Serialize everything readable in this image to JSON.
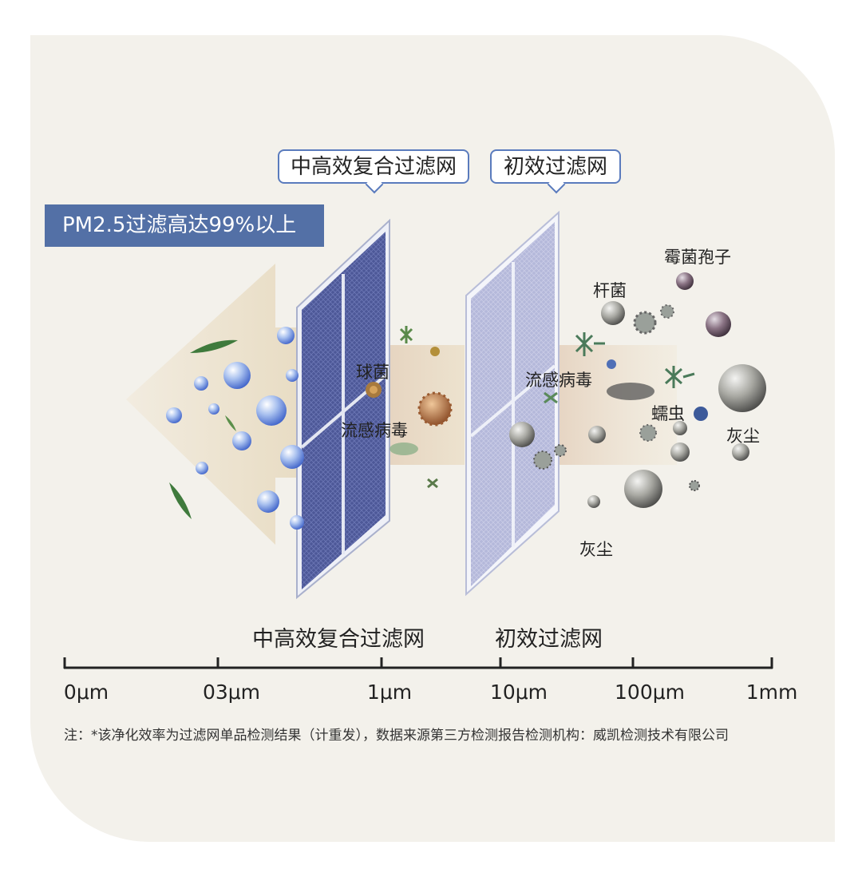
{
  "badge": {
    "text": "PM2.5过滤高达99%以上"
  },
  "callouts": {
    "filter_medium": "中高效复合过滤网",
    "filter_primary": "初效过滤网"
  },
  "particle_labels": {
    "coccus": "球菌",
    "influenza_left": "流感病毒",
    "influenza_right": "流感病毒",
    "bacillus": "杆菌",
    "mold_spores": "霉菌孢子",
    "mites": "蠕虫",
    "dust_right": "灰尘",
    "dust_bottom": "灰尘"
  },
  "axis": {
    "caption_medium": "中高效复合过滤网",
    "caption_primary": "初效过滤网",
    "ticks": [
      "0μm",
      "03μm",
      "1μm",
      "10μm",
      "100μm",
      "1mm"
    ]
  },
  "footnote": "注：*该净化效率为过滤网单品检测结果（计重发），数据来源第三方检测报告检测机构：威凯检测技术有限公司",
  "colors": {
    "accent_blue": "#5370a6",
    "medium_filter": "#4f5a9a",
    "primary_filter": "#b7bbdc",
    "background": "#f3f1eb"
  }
}
